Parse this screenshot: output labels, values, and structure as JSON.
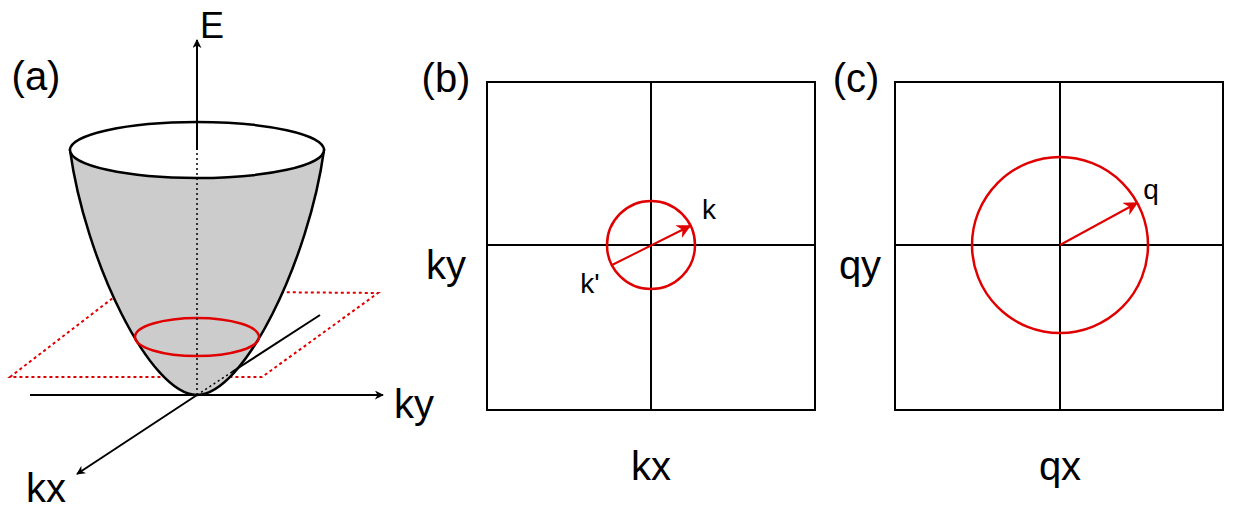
{
  "diagram": {
    "labels": [
      "(a)",
      "E",
      "ky",
      "kx",
      "(b)",
      "ky",
      "kx",
      "k",
      "k'",
      "(c)",
      "qy",
      "qx",
      "q"
    ]
  }
}
